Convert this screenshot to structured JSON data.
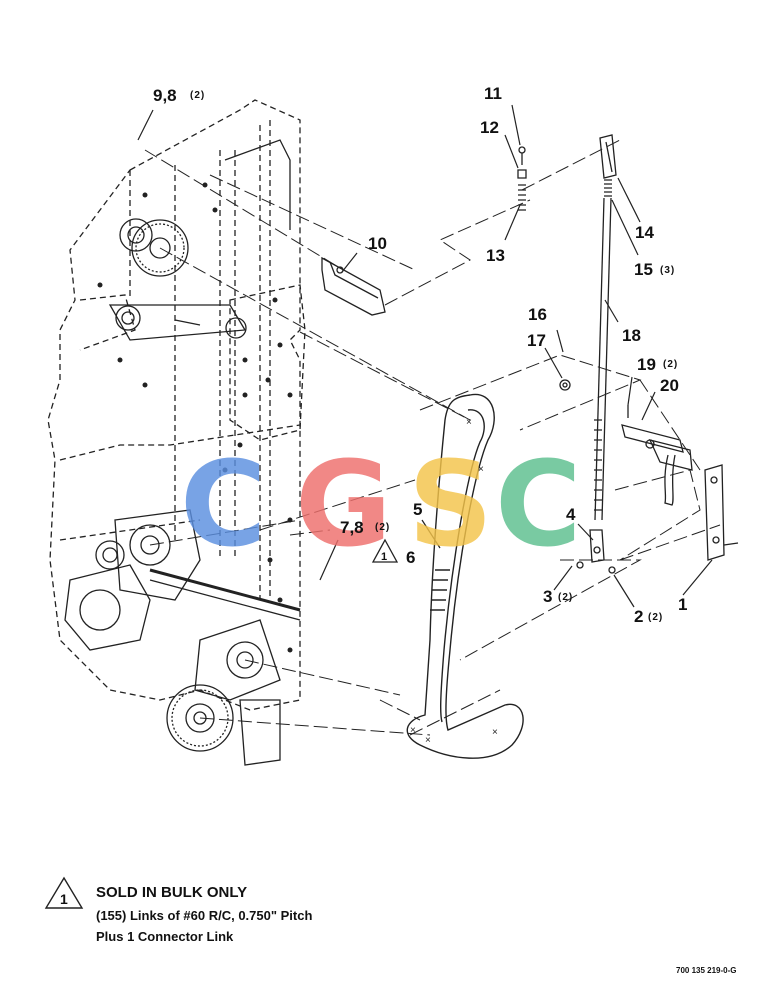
{
  "callouts": {
    "c9_8": "9,8",
    "c9_8_qty": "(2)",
    "c11": "11",
    "c12": "12",
    "c13": "13",
    "c10": "10",
    "c14": "14",
    "c15": "15",
    "c15_qty": "(3)",
    "c18": "18",
    "c16": "16",
    "c17": "17",
    "c19": "19",
    "c19_qty": "(2)",
    "c20": "20",
    "c5": "5",
    "c4": "4",
    "c7_8": "7,8",
    "c7_8_qty": "(2)",
    "c6": "6",
    "c3": "3",
    "c3_qty": "(2)",
    "c2": "2",
    "c2_qty": "(2)",
    "c1": "1",
    "note_ref": "1"
  },
  "watermark": {
    "letters": [
      "C",
      "G",
      "S",
      "C"
    ],
    "colors": [
      "#5b8fe0",
      "#ef6f6c",
      "#f4c44a",
      "#5cbf8e"
    ]
  },
  "note": {
    "marker": "1",
    "title": "SOLD IN BULK ONLY",
    "line1": "(155) Links of #60 R/C, 0.750\" Pitch",
    "line2": "Plus 1 Connector Link"
  },
  "drawing_number": "700 135 219-0-G"
}
